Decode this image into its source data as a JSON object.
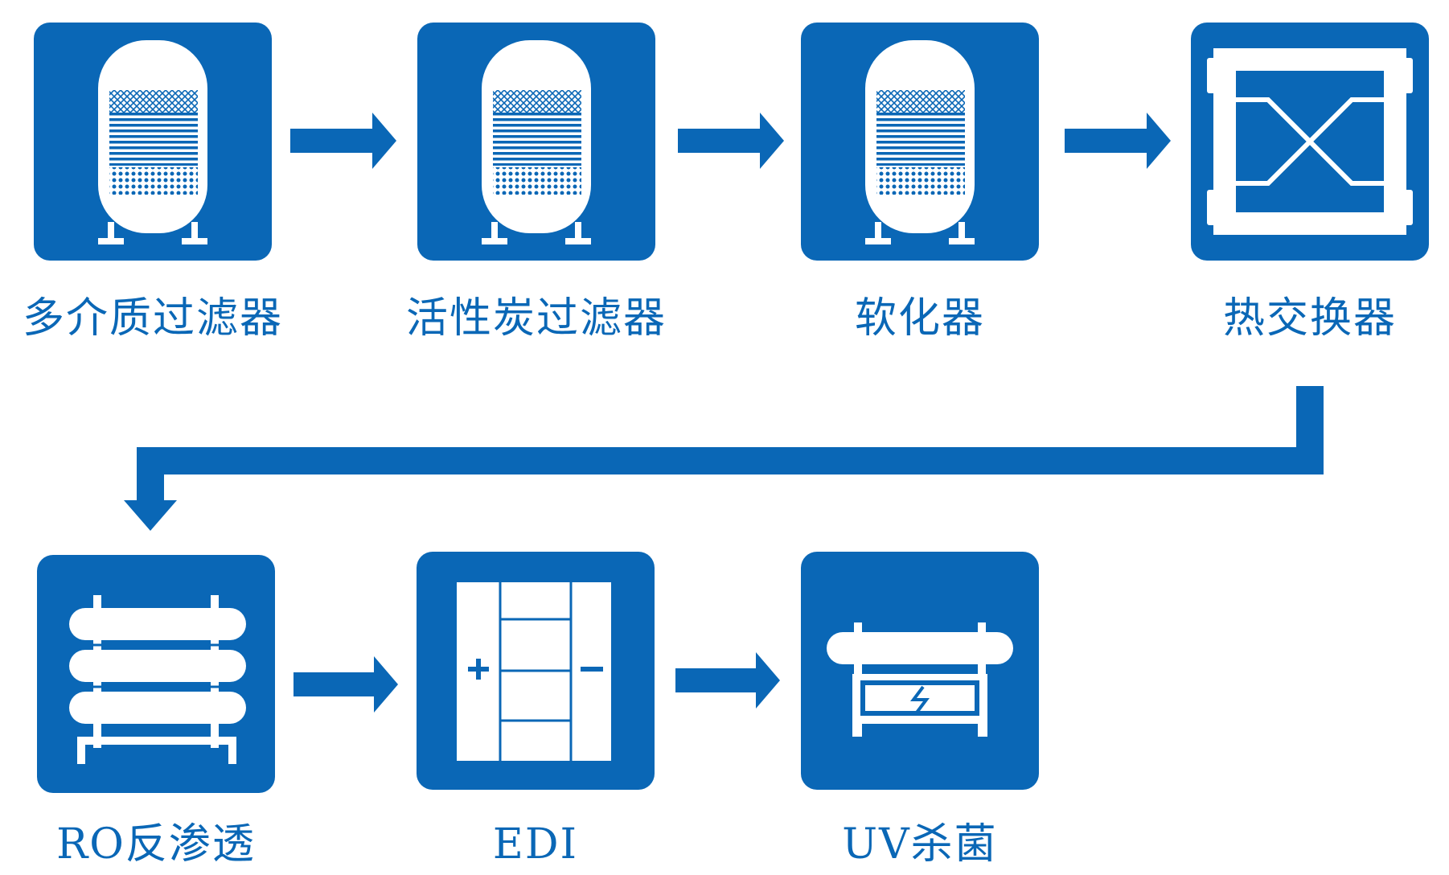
{
  "colors": {
    "accent": "#0a67b6",
    "background": "#ffffff",
    "icon": "#ffffff"
  },
  "steps": [
    {
      "label": "多介质过滤器",
      "icon": "filter-tank-icon"
    },
    {
      "label": "活性炭过滤器",
      "icon": "filter-tank-icon"
    },
    {
      "label": "软化器",
      "icon": "filter-tank-icon"
    },
    {
      "label": "热交换器",
      "icon": "heat-exchanger-icon"
    },
    {
      "label": "RO反渗透",
      "icon": "ro-membrane-icon"
    },
    {
      "label": "EDI",
      "icon": "edi-module-icon"
    },
    {
      "label": "UV杀菌",
      "icon": "uv-sterilizer-icon"
    }
  ]
}
